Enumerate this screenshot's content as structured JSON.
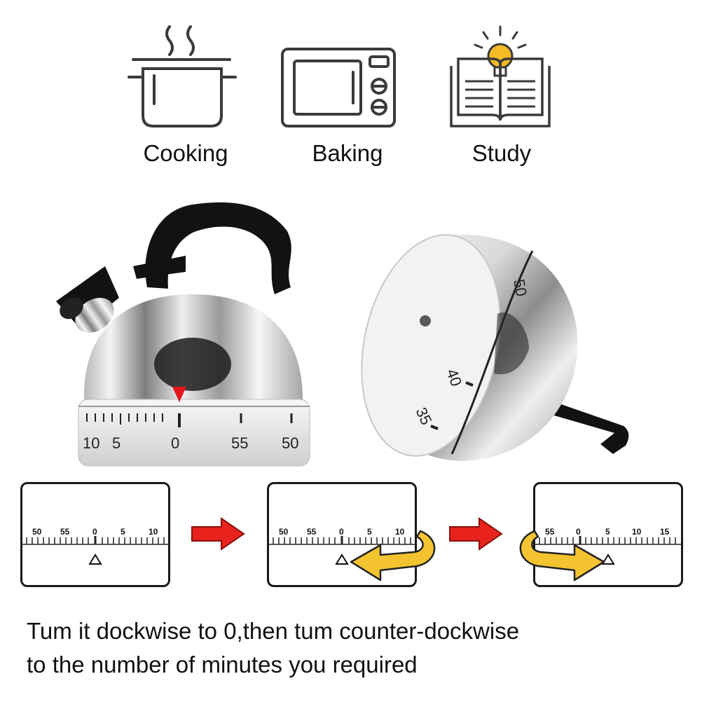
{
  "uses": [
    {
      "label": "Cooking",
      "icon": "pot-icon"
    },
    {
      "label": "Baking",
      "icon": "microwave-icon"
    },
    {
      "label": "Study",
      "icon": "book-icon"
    }
  ],
  "dial_numbers": [
    "10",
    "5",
    "0",
    "55",
    "50"
  ],
  "side_numbers": [
    "50",
    "40",
    "35"
  ],
  "panels": [
    {
      "scale": [
        "50",
        "55",
        "0",
        "5",
        "10"
      ]
    },
    {
      "scale": [
        "50",
        "55",
        "0",
        "5",
        "10"
      ]
    },
    {
      "scale": [
        "55",
        "0",
        "5",
        "10",
        "15"
      ]
    }
  ],
  "instructions": {
    "line1": "Tum it dockwise to 0,then tum counter-dockwise",
    "line2": "to the number of minutes you required"
  },
  "colors": {
    "arrow_red": "#e8231e",
    "arrow_yellow": "#f4c430",
    "marker_red": "#e4141b",
    "handle": "#111111"
  }
}
